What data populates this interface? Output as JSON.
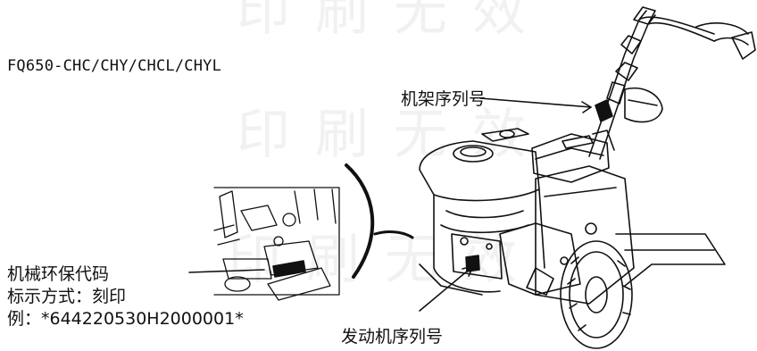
{
  "model_text": "FQ650-CHC/CHY/CHCL/CHYL",
  "labels": {
    "frame_serial": "机架序列号",
    "engine_serial": "发动机序列号",
    "emission_code": "机械环保代码",
    "marking_method": "标示方式：刻印",
    "example": "例：*644220530H2000001*"
  },
  "watermark": "印刷无效",
  "colors": {
    "ink": "#111111",
    "watermark": "#f1f1f1",
    "background": "#ffffff"
  }
}
